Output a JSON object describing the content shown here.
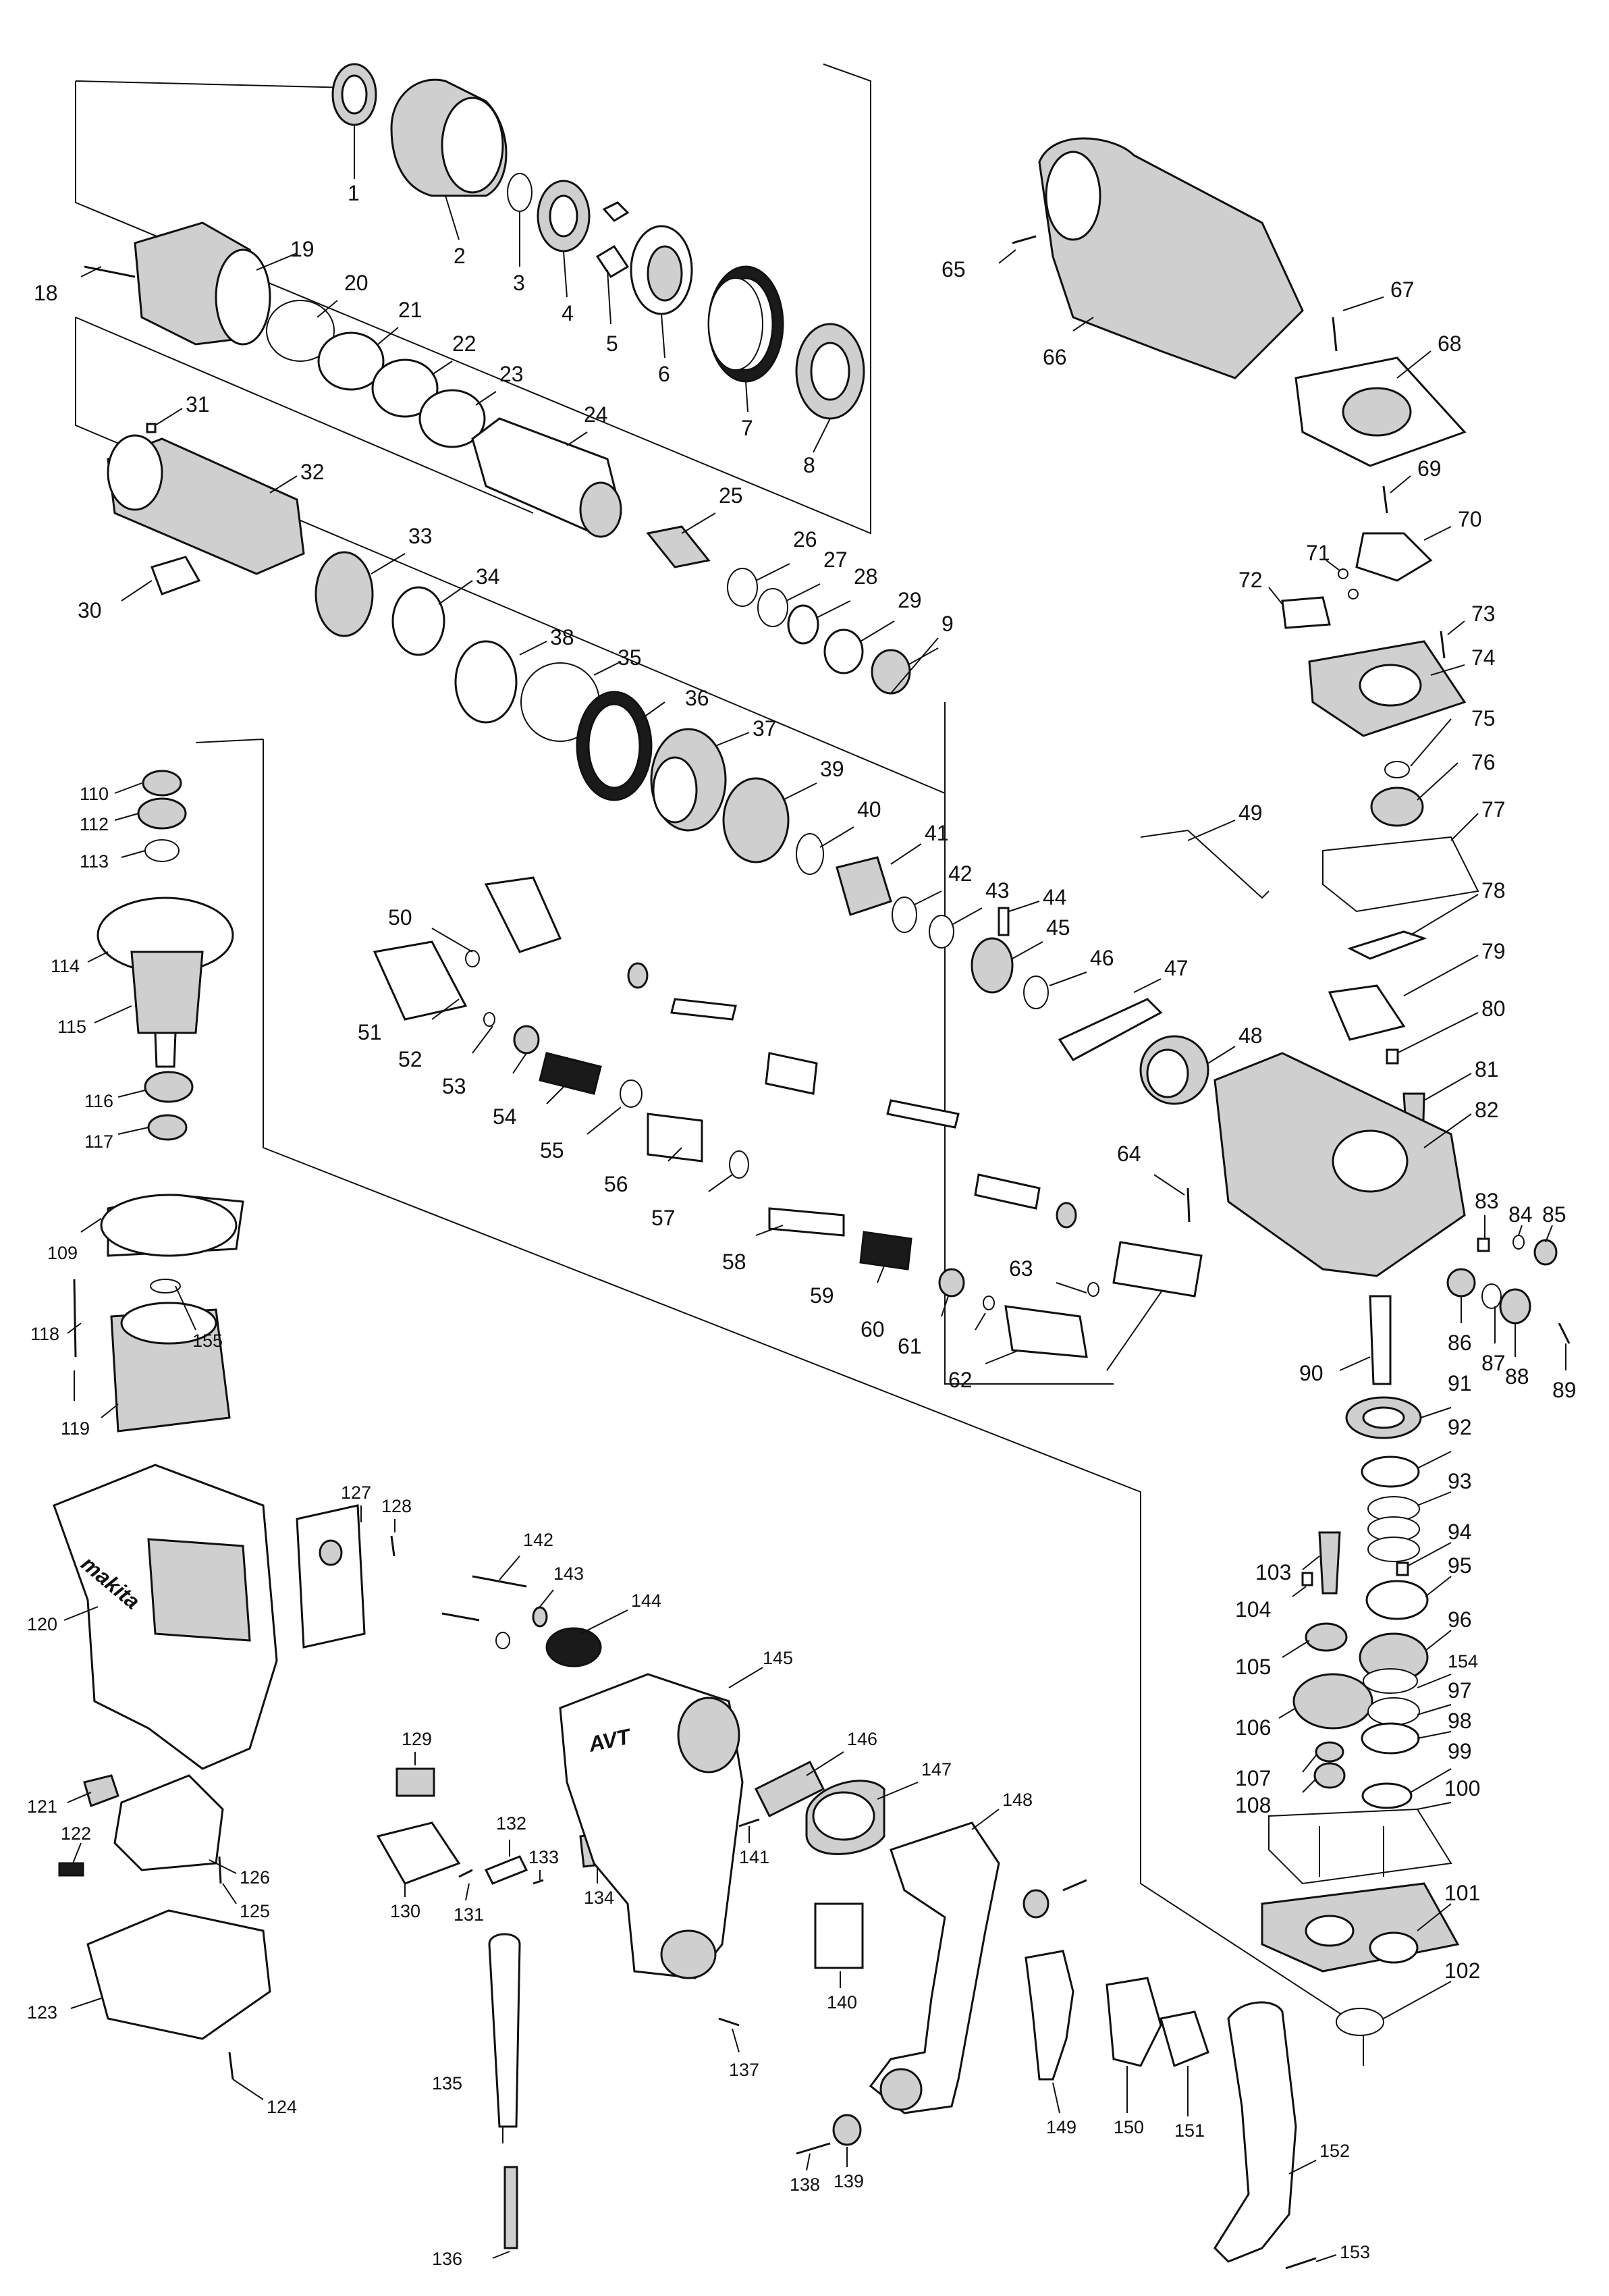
{
  "diagram": {
    "labels": [
      "1",
      "2",
      "3",
      "4",
      "5",
      "6",
      "7",
      "8",
      "9",
      "18",
      "19",
      "20",
      "21",
      "22",
      "23",
      "24",
      "25",
      "26",
      "27",
      "28",
      "29",
      "30",
      "31",
      "32",
      "33",
      "34",
      "35",
      "36",
      "37",
      "38",
      "39",
      "40",
      "41",
      "42",
      "43",
      "44",
      "45",
      "46",
      "47",
      "48",
      "49",
      "50",
      "51",
      "52",
      "53",
      "54",
      "55",
      "56",
      "57",
      "58",
      "59",
      "60",
      "61",
      "62",
      "63",
      "64",
      "65",
      "66",
      "67",
      "68",
      "69",
      "70",
      "71",
      "72",
      "73",
      "74",
      "75",
      "76",
      "77",
      "78",
      "79",
      "80",
      "81",
      "82",
      "83",
      "84",
      "85",
      "86",
      "87",
      "88",
      "89",
      "90",
      "91",
      "92",
      "93",
      "94",
      "95",
      "96",
      "97",
      "98",
      "99",
      "100",
      "101",
      "102",
      "103",
      "104",
      "105",
      "106",
      "107",
      "108",
      "109",
      "110",
      "112",
      "113",
      "114",
      "115",
      "116",
      "117",
      "118",
      "119",
      "120",
      "121",
      "122",
      "123",
      "124",
      "125",
      "126",
      "127",
      "128",
      "129",
      "130",
      "131",
      "132",
      "133",
      "134",
      "135",
      "136",
      "137",
      "138",
      "139",
      "140",
      "141",
      "142",
      "143",
      "144",
      "145",
      "146",
      "147",
      "148",
      "149",
      "150",
      "151",
      "152",
      "153",
      "154",
      "155"
    ],
    "brand_marks": [
      "makita",
      "AVT"
    ]
  }
}
